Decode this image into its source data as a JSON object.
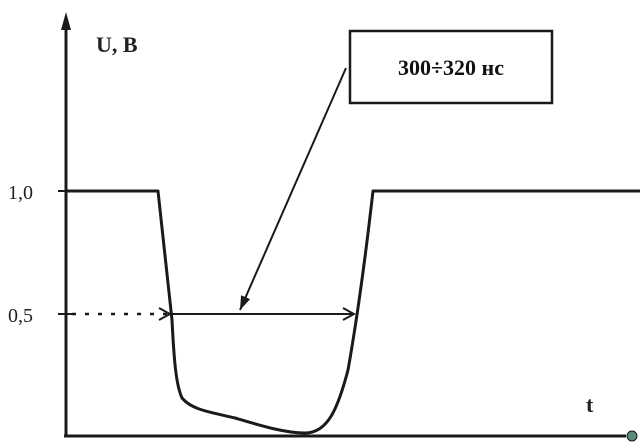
{
  "diagram": {
    "y_axis_label": "U, B",
    "x_axis_label": "t",
    "y_ticks": [
      "1,0",
      "0,5"
    ],
    "callout_label": "300÷320 нс"
  },
  "colors": {
    "line": "#1a1a1a",
    "background": "#ffffff"
  }
}
